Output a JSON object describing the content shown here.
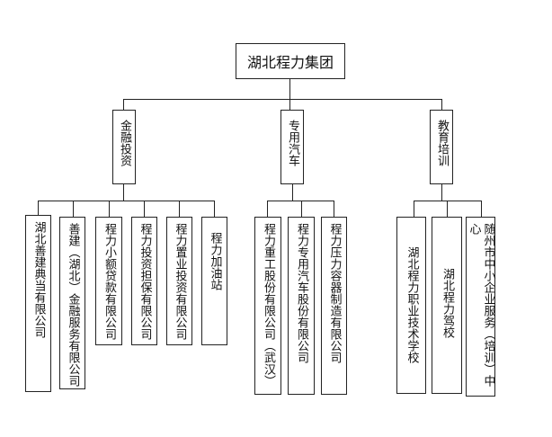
{
  "root": {
    "label": "湖北程力集团"
  },
  "categories": [
    {
      "label": "金融投资",
      "children": [
        "湖北善建典当有限公司",
        "善建（湖北）金融服务有限公司",
        "程力小额贷款有限公司",
        "程力投资担保有限公司",
        "程力置业投资有限公司",
        "程力加油站"
      ]
    },
    {
      "label": "专用汽车",
      "children": [
        "程力重工股份有限公司（武汉）",
        "程力专用汽车股份有限公司",
        "程力压力容器制造有限公司"
      ]
    },
    {
      "label": "教育培训",
      "children": [
        "湖北程力职业技术学校",
        "湖北程力驾校",
        "随州市中小企业服务（培训）中心"
      ]
    }
  ]
}
